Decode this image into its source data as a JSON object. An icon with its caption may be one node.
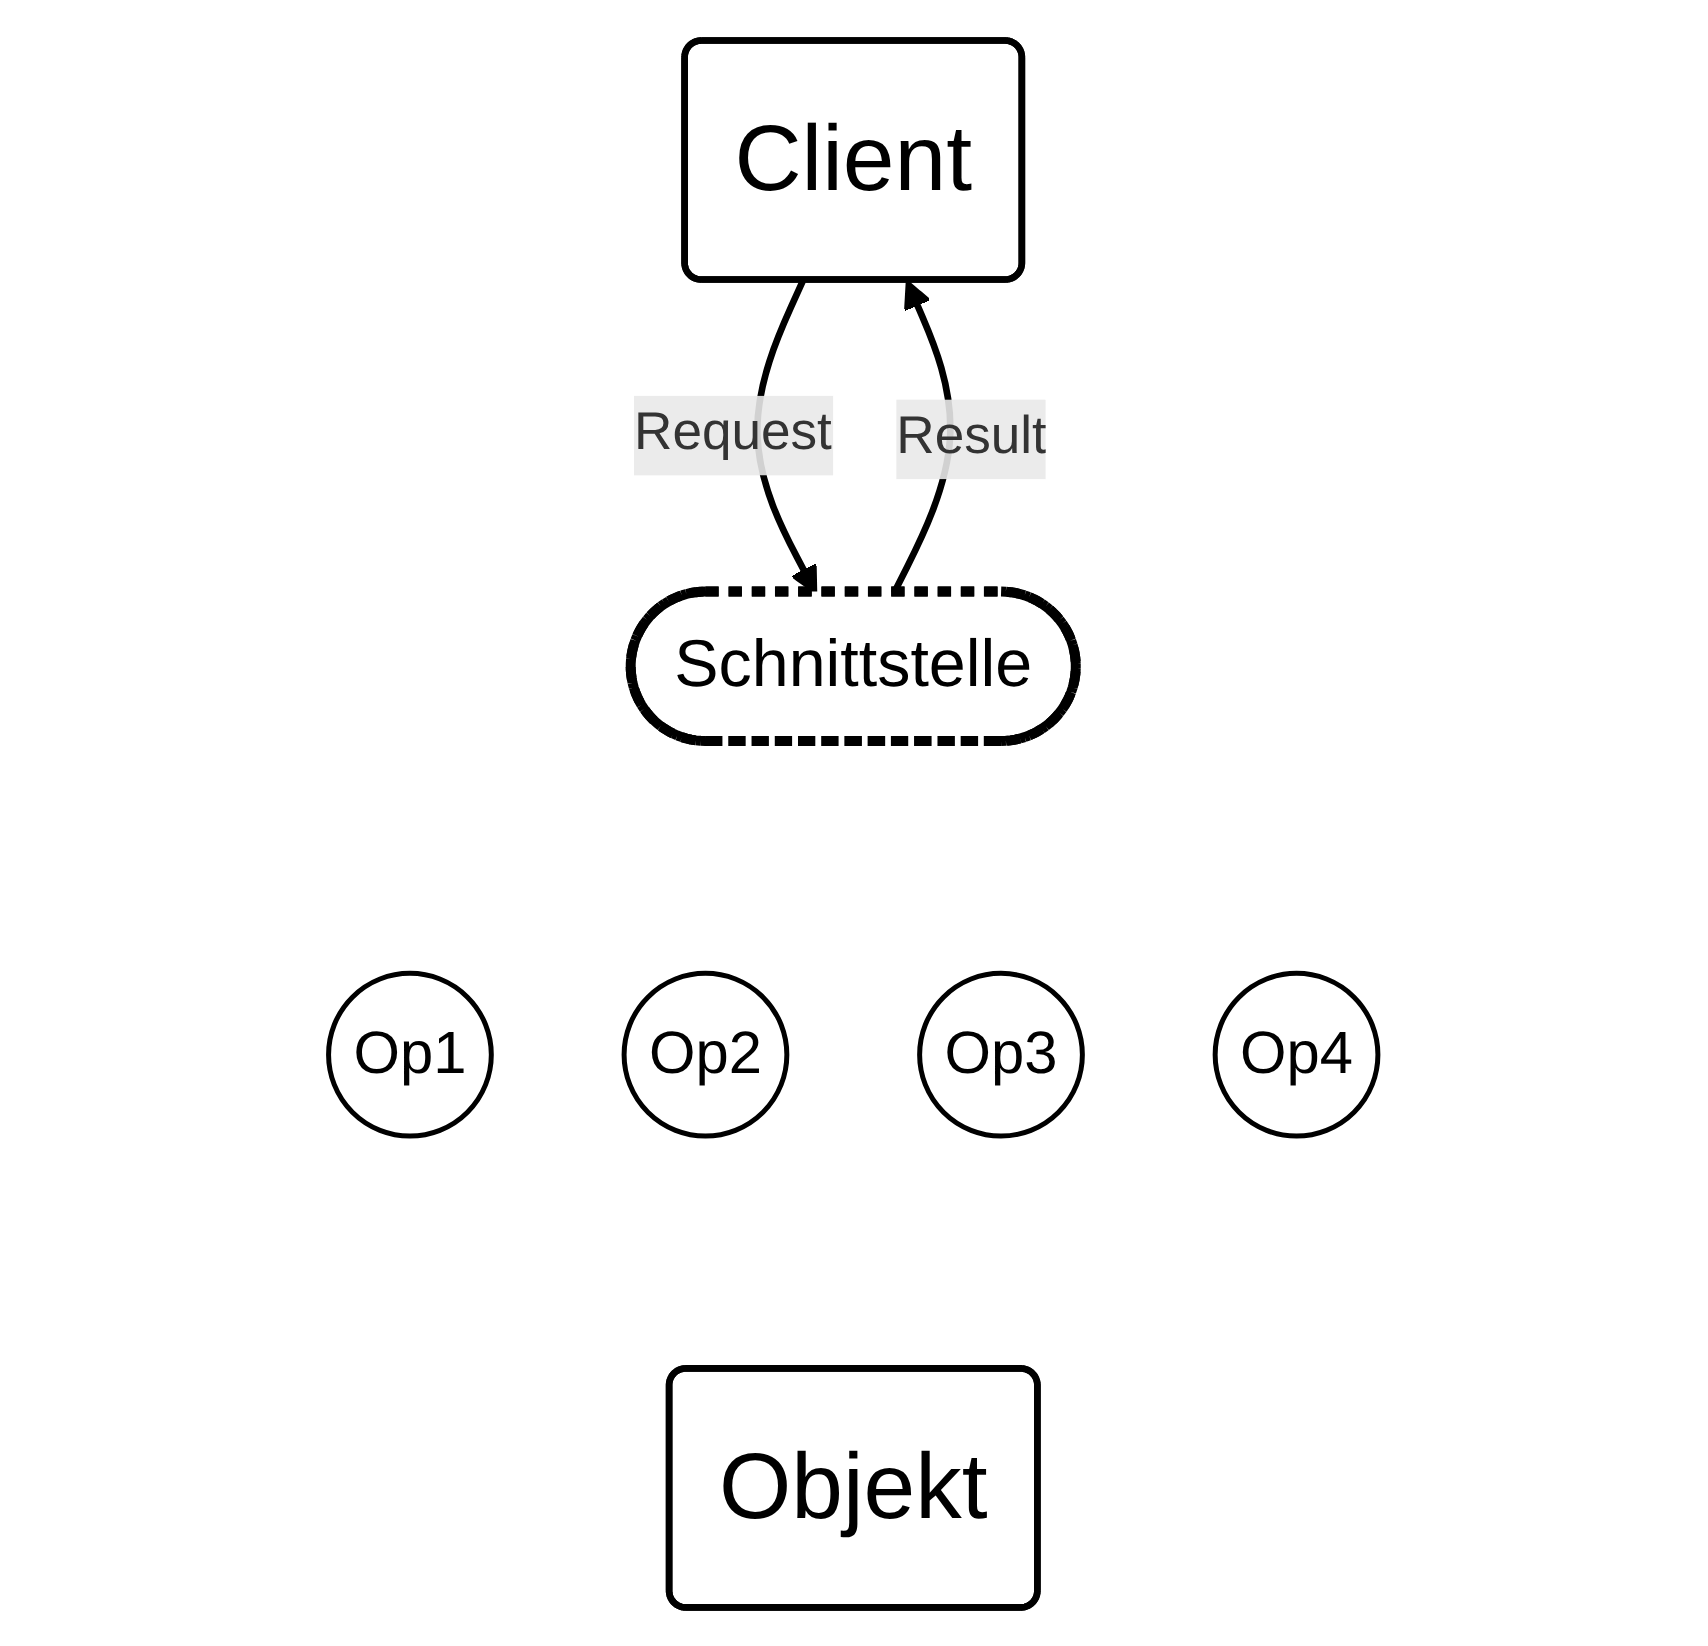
{
  "diagram": {
    "nodes": [
      {
        "text": [
          "Client"
        ]
      },
      {
        "text": [
          "Schnittstelle"
        ]
      },
      {
        "text": [
          "Op1"
        ]
      },
      {
        "text": [
          "Op2"
        ]
      },
      {
        "text": [
          "Op3"
        ]
      },
      {
        "text": [
          "Op4"
        ]
      },
      {
        "text": [
          "Objekt"
        ]
      }
    ],
    "edges": [
      {
        "from": 0,
        "to": 1,
        "arrow": "to",
        "label": "Request"
      },
      {
        "from": 1,
        "to": 0,
        "arrow": "to",
        "label": "Result"
      }
    ]
  }
}
